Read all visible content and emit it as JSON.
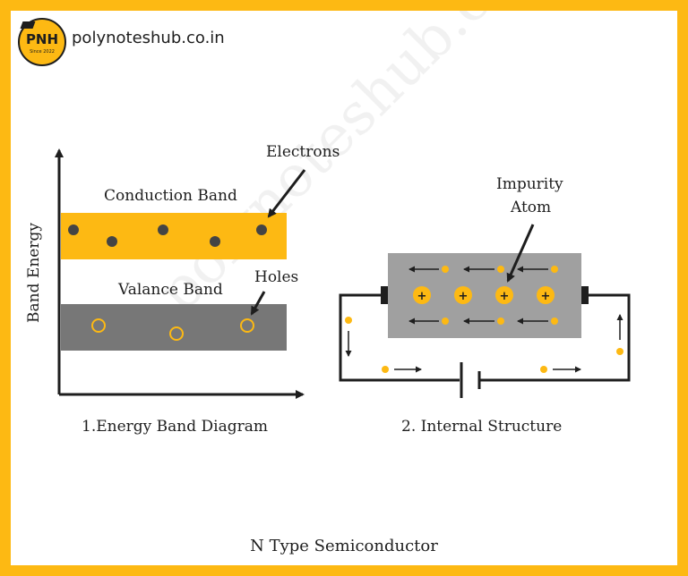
{
  "brand": {
    "logo_text": "PNH",
    "logo_sub": "Since 2022",
    "site": "polynoteshub.co.in",
    "watermark": "polynoteshub.co.in"
  },
  "colors": {
    "accent": "#fdb913",
    "dark": "#444444",
    "grey": "#a0a0a0"
  },
  "energy_diagram": {
    "y_axis_label": "Band Energy",
    "conduction_label": "Conduction Band",
    "valence_label": "Valance Band",
    "electrons_label": "Electrons",
    "holes_label": "Holes",
    "caption": "1.Energy Band Diagram"
  },
  "internal_structure": {
    "impurity_label_1": "Impurity",
    "impurity_label_2": "Atom",
    "ion_symbol": "+",
    "caption": "2. Internal Structure"
  },
  "footer": {
    "title": "N Type Semiconductor"
  }
}
